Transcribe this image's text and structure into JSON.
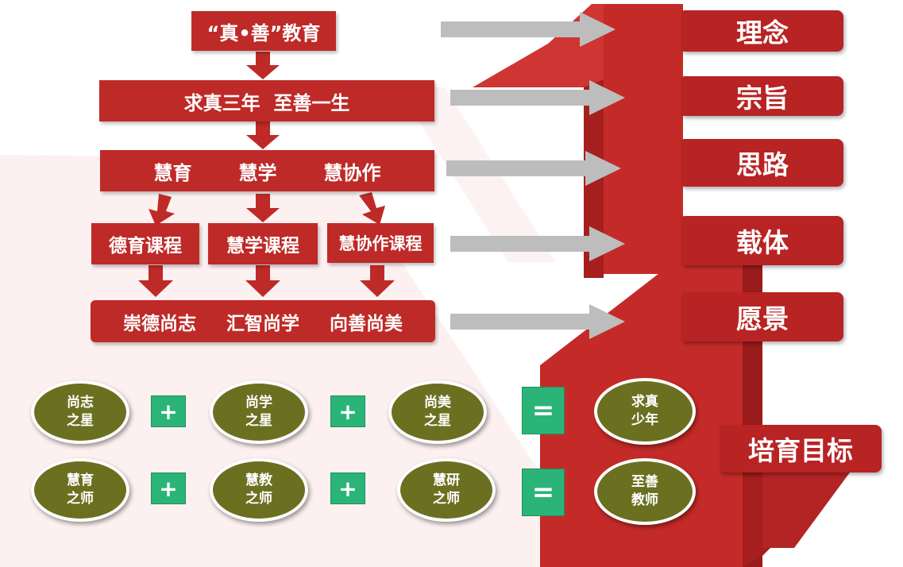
{
  "flow": {
    "top": "“真•善”教育",
    "motto": "求真三年  至善一生",
    "wisdom": [
      "慧育",
      "慧学",
      "慧协作"
    ],
    "courses": [
      "德育课程",
      "慧学课程",
      "慧协作课程"
    ],
    "vision": [
      "崇德尚志",
      "汇智尚学",
      "向善尚美"
    ]
  },
  "labels": {
    "concept": "理念",
    "purpose": "宗旨",
    "thinking": "思路",
    "carrier": "载体",
    "vision": "愿景",
    "goal": "培育目标"
  },
  "student_row": {
    "items": [
      {
        "line1": "尚志",
        "line2": "之星"
      },
      {
        "line1": "尚学",
        "line2": "之星"
      },
      {
        "line1": "尚美",
        "line2": "之星"
      }
    ],
    "plus": "+",
    "equals": "=",
    "result": {
      "line1": "求真",
      "line2": "少年"
    }
  },
  "teacher_row": {
    "items": [
      {
        "line1": "慧育",
        "line2": "之师"
      },
      {
        "line1": "慧教",
        "line2": "之师"
      },
      {
        "line1": "慧研",
        "line2": "之师"
      }
    ],
    "plus": "+",
    "equals": "=",
    "result": {
      "line1": "至善",
      "line2": "教师"
    }
  },
  "colors": {
    "red": "#be2a27",
    "dark_red": "#9a1b1b",
    "olive": "#6a7020",
    "green": "#2bb478",
    "arrow_gray": "#bdbdbd"
  }
}
